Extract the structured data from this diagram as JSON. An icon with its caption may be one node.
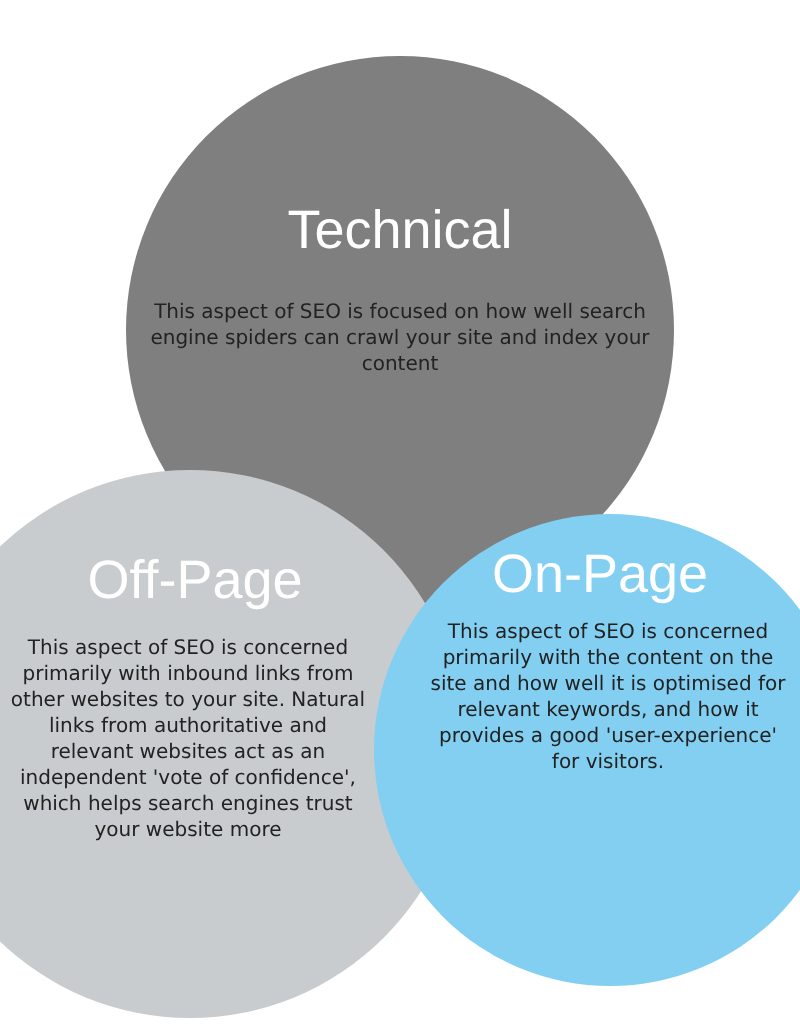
{
  "diagram": {
    "nodes": [
      {
        "text": [
          "Technical",
          "This aspect of SEO is focused on how well search engine spiders can crawl your site and index your content"
        ]
      },
      {
        "text": [
          "Off-Page",
          "This aspect of SEO is concerned primarily with inbound links from other websites to your site. Natural links from authoritative and relevant websites act as an independent 'vote of confidence', which helps search engines trust your website more"
        ]
      },
      {
        "text": [
          "On-Page",
          "This aspect of SEO is concerned primarily with the content on the site and how well it is optimised for relevant keywords, and how it provides a good 'user-experience' for visitors."
        ]
      }
    ]
  }
}
